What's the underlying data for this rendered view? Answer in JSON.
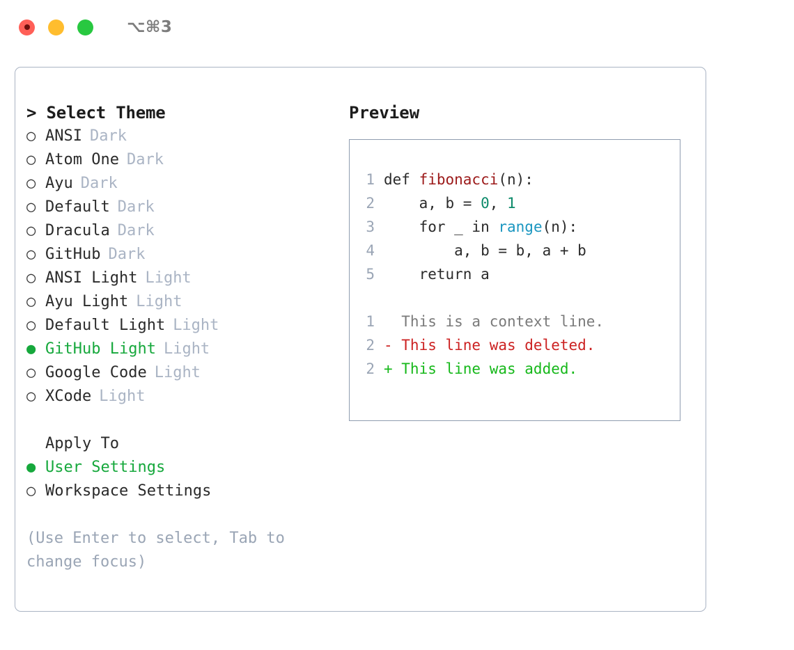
{
  "window": {
    "shortcut": "⌥⌘3",
    "traffic_lights": [
      {
        "name": "close",
        "color": "#ff5f57"
      },
      {
        "name": "minimize",
        "color": "#ffbd2e"
      },
      {
        "name": "maximize",
        "color": "#28c840"
      }
    ]
  },
  "colors": {
    "accent_green": "#16a83c",
    "badge_gray": "#aab4c4",
    "hint_gray": "#9aa5b5",
    "border": "#aab4c4",
    "code_fn_red": "#9c1a1a",
    "code_num_teal": "#0d8a6a",
    "code_call_blue": "#1a96c0",
    "diff_add_green": "#16b81a",
    "diff_del_red": "#cc2222"
  },
  "theme_selector": {
    "heading": "> Select Theme",
    "options": [
      {
        "marker": "○",
        "label": "ANSI",
        "badge": "Dark",
        "selected": false
      },
      {
        "marker": "○",
        "label": "Atom One",
        "badge": "Dark",
        "selected": false
      },
      {
        "marker": "○",
        "label": "Ayu",
        "badge": "Dark",
        "selected": false
      },
      {
        "marker": "○",
        "label": "Default",
        "badge": "Dark",
        "selected": false
      },
      {
        "marker": "○",
        "label": "Dracula",
        "badge": "Dark",
        "selected": false
      },
      {
        "marker": "○",
        "label": "GitHub",
        "badge": "Dark",
        "selected": false
      },
      {
        "marker": "○",
        "label": "ANSI Light",
        "badge": "Light",
        "selected": false
      },
      {
        "marker": "○",
        "label": "Ayu Light",
        "badge": "Light",
        "selected": false
      },
      {
        "marker": "○",
        "label": "Default Light",
        "badge": "Light",
        "selected": false
      },
      {
        "marker": "●",
        "label": "GitHub Light",
        "badge": "Light",
        "selected": true
      },
      {
        "marker": "○",
        "label": "Google Code",
        "badge": "Light",
        "selected": false
      },
      {
        "marker": "○",
        "label": "XCode",
        "badge": "Light",
        "selected": false
      }
    ]
  },
  "apply_to": {
    "heading": "Apply To",
    "options": [
      {
        "marker": "●",
        "label": "User Settings",
        "badge": "",
        "selected": true
      },
      {
        "marker": "○",
        "label": "Workspace Settings",
        "badge": "",
        "selected": false
      }
    ]
  },
  "hint": "(Use Enter to select, Tab to change focus)",
  "preview": {
    "heading": "Preview",
    "code_lines": [
      {
        "number": "1",
        "tokens": [
          {
            "text": "def ",
            "type": "plain"
          },
          {
            "text": "fibonacci",
            "type": "fn"
          },
          {
            "text": "(n):",
            "type": "plain"
          }
        ]
      },
      {
        "number": "2",
        "tokens": [
          {
            "text": "    a, b = ",
            "type": "plain"
          },
          {
            "text": "0",
            "type": "num"
          },
          {
            "text": ", ",
            "type": "plain"
          },
          {
            "text": "1",
            "type": "num"
          }
        ]
      },
      {
        "number": "3",
        "tokens": [
          {
            "text": "    for _ in ",
            "type": "plain"
          },
          {
            "text": "range",
            "type": "call"
          },
          {
            "text": "(n):",
            "type": "plain"
          }
        ]
      },
      {
        "number": "4",
        "tokens": [
          {
            "text": "        a, b = b, a + b",
            "type": "plain"
          }
        ]
      },
      {
        "number": "5",
        "tokens": [
          {
            "text": "    return a",
            "type": "plain"
          }
        ]
      }
    ],
    "diff_lines": [
      {
        "number": "1",
        "prefix": "  ",
        "text": "This is a context line.",
        "kind": "ctx"
      },
      {
        "number": "2",
        "prefix": "- ",
        "text": "This line was deleted.",
        "kind": "del"
      },
      {
        "number": "2",
        "prefix": "+ ",
        "text": "This line was added.",
        "kind": "add"
      }
    ]
  }
}
